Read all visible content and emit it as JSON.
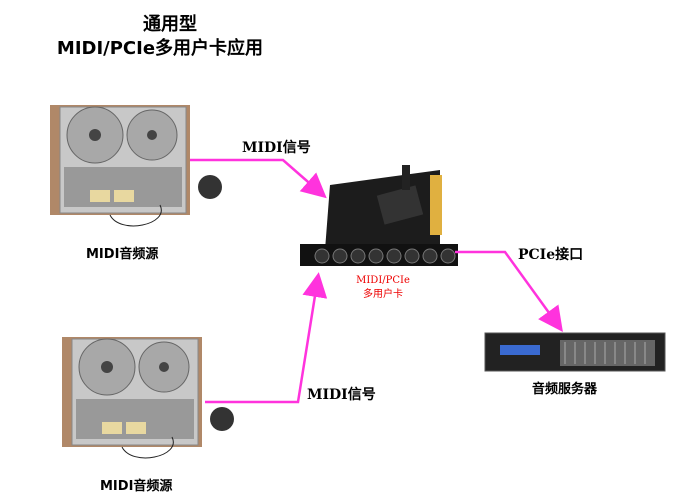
{
  "title": {
    "line1": "通用型",
    "line2": "MIDI/PCIe多用户卡应用"
  },
  "nodes": {
    "source_top": "MIDI音频源",
    "source_bottom": "MIDI音频源",
    "card_line1": "MIDI/PCIe",
    "card_line2": "多用户卡",
    "server": "音频服务器"
  },
  "edges": {
    "midi_top": "MIDI信号",
    "midi_bottom": "MIDI信号",
    "pcie": "PCIe接口"
  },
  "colors": {
    "connector": "#ff33dd",
    "card_label": "#ee0000"
  }
}
